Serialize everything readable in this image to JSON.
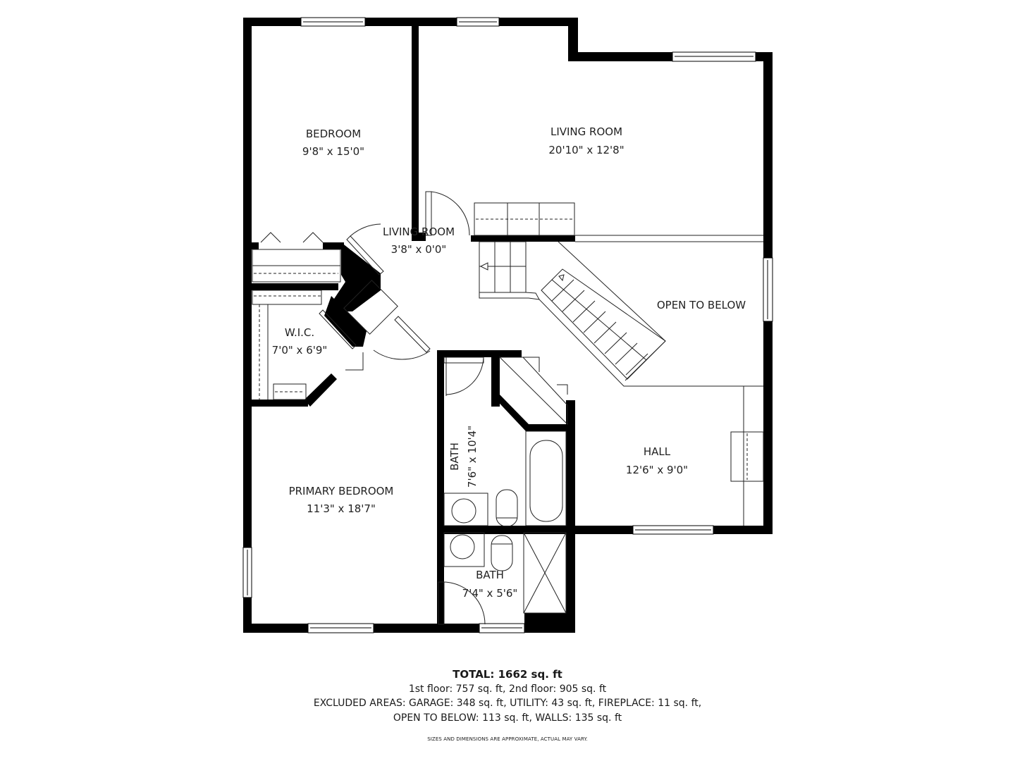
{
  "rooms": [
    {
      "id": "bedroom",
      "name": "BEDROOM",
      "dims": "9'8\" x 15'0\""
    },
    {
      "id": "living-room",
      "name": "LIVING ROOM",
      "dims": "20'10\" x 12'8\""
    },
    {
      "id": "living-room-nook",
      "name": "LIVING ROOM",
      "dims": "3'8\" x 0'0\""
    },
    {
      "id": "open-to-below",
      "name": "OPEN TO BELOW",
      "dims": ""
    },
    {
      "id": "wic",
      "name": "W.I.C.",
      "dims": "7'0\" x 6'9\""
    },
    {
      "id": "bath-main",
      "name": "BATH",
      "dims": "7'6\" x 10'4\""
    },
    {
      "id": "hall",
      "name": "HALL",
      "dims": "12'6\" x 9'0\""
    },
    {
      "id": "primary-bedroom",
      "name": "PRIMARY BEDROOM",
      "dims": "11'3\" x 18'7\""
    },
    {
      "id": "bath-small",
      "name": "BATH",
      "dims": "7'4\" x 5'6\""
    }
  ],
  "footer": {
    "total": "TOTAL: 1662 sq. ft",
    "floors": "1st floor: 757 sq. ft, 2nd floor: 905 sq. ft",
    "excluded_1": "EXCLUDED AREAS: GARAGE: 348 sq. ft, UTILITY: 43 sq. ft, FIREPLACE: 11 sq. ft,",
    "excluded_2": "OPEN TO BELOW: 113 sq. ft, WALLS: 135 sq. ft",
    "disclaimer": "SIZES AND DIMENSIONS ARE APPROXIMATE, ACTUAL MAY VARY."
  },
  "colors": {
    "wall": "#000000",
    "line": "#222222",
    "background": "#ffffff"
  }
}
